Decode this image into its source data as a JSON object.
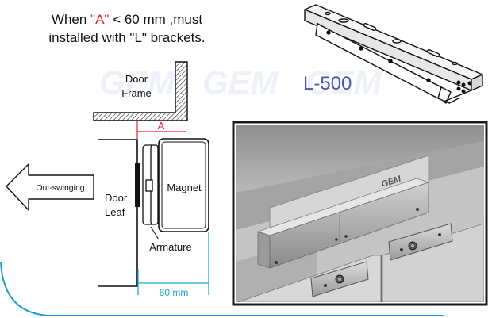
{
  "heading": {
    "line1_pre": "When ",
    "line1_highlight": "\"A\"",
    "line1_post": " < 60 mm ,must",
    "line2": "installed with \"L\" brackets."
  },
  "watermark": {
    "left": "GEM",
    "middle": "GEM",
    "right": "GEM"
  },
  "bracket": {
    "model": "L-500"
  },
  "labels": {
    "door_frame_1": "Door",
    "door_frame_2": "Frame",
    "dimension_a": "A",
    "out_swinging": "Out-swinging",
    "door_leaf_1": "Door",
    "door_leaf_2": "Leaf",
    "magnet": "Magnet",
    "armature": "Armature",
    "dimension_60": "60 mm"
  },
  "photo": {
    "brand": "GEM"
  },
  "colors": {
    "highlight_red": "#e8202a",
    "model_blue": "#4a5aa8",
    "dimension_cyan": "#1fa7d8",
    "frame_border": "#1a1a1a",
    "corner_accent": "#1e9bd6"
  }
}
